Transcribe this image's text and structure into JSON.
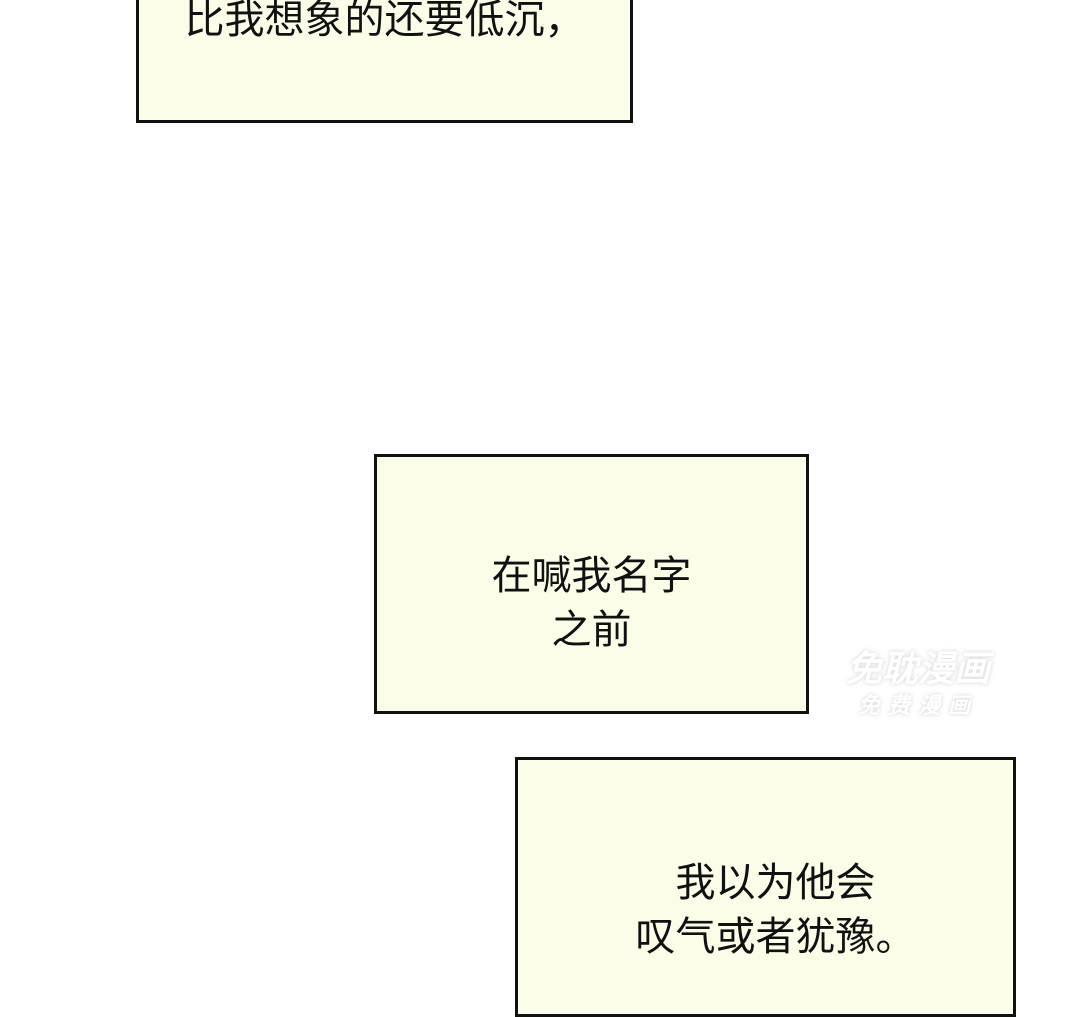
{
  "panels": [
    {
      "lines": [
        "比我想象的还要低沉，"
      ]
    },
    {
      "lines": [
        "在喊我名字",
        "之前"
      ]
    },
    {
      "lines": [
        "我以为他会",
        "叹气或者犹豫。"
      ]
    }
  ],
  "watermark": {
    "main": "免耽漫画",
    "sub": "免费漫画"
  },
  "colors": {
    "bubble_fill": "#fcfde9",
    "border": "#111111"
  }
}
